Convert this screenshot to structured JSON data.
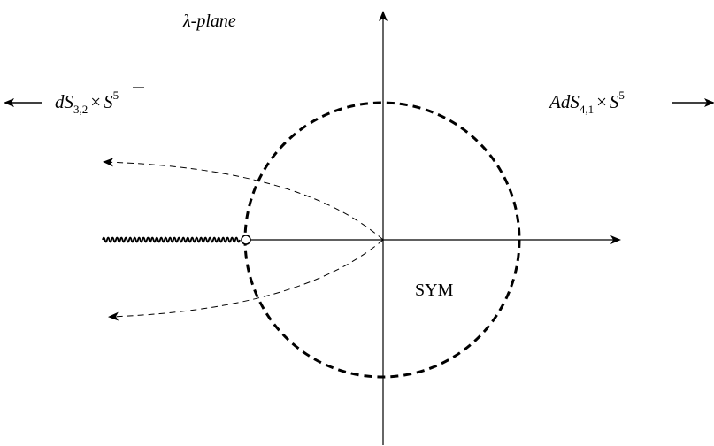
{
  "diagram": {
    "plane_label": "λ-plane",
    "left_regime": {
      "base": "dS",
      "subscript": "3,2",
      "times": "×",
      "sphere": "S",
      "sphere_exponent": "5"
    },
    "right_regime": {
      "base": "AdS",
      "subscript": "4,1",
      "times": "×",
      "sphere": "S",
      "sphere_exponent": "5"
    },
    "center_label": "SYM"
  }
}
